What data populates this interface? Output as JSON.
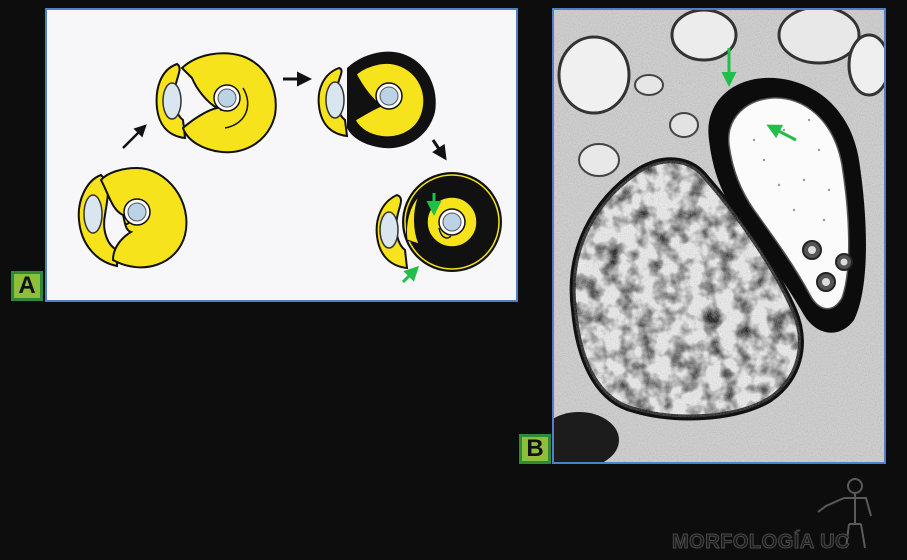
{
  "labels": {
    "a": "A",
    "b": "B"
  },
  "logo": {
    "text": "MORFOLOGÍA UC"
  },
  "colors": {
    "myelin_yellow": "#f6e31c",
    "myelin_dark": "#111111",
    "axon_blue": "#bcd3e6",
    "arrow_green": "#1fbf4a",
    "panel_border": "#4f7fc8",
    "label_fill": "#8fbf3a"
  },
  "icons": {
    "logo_figure": "human-figure-icon"
  }
}
